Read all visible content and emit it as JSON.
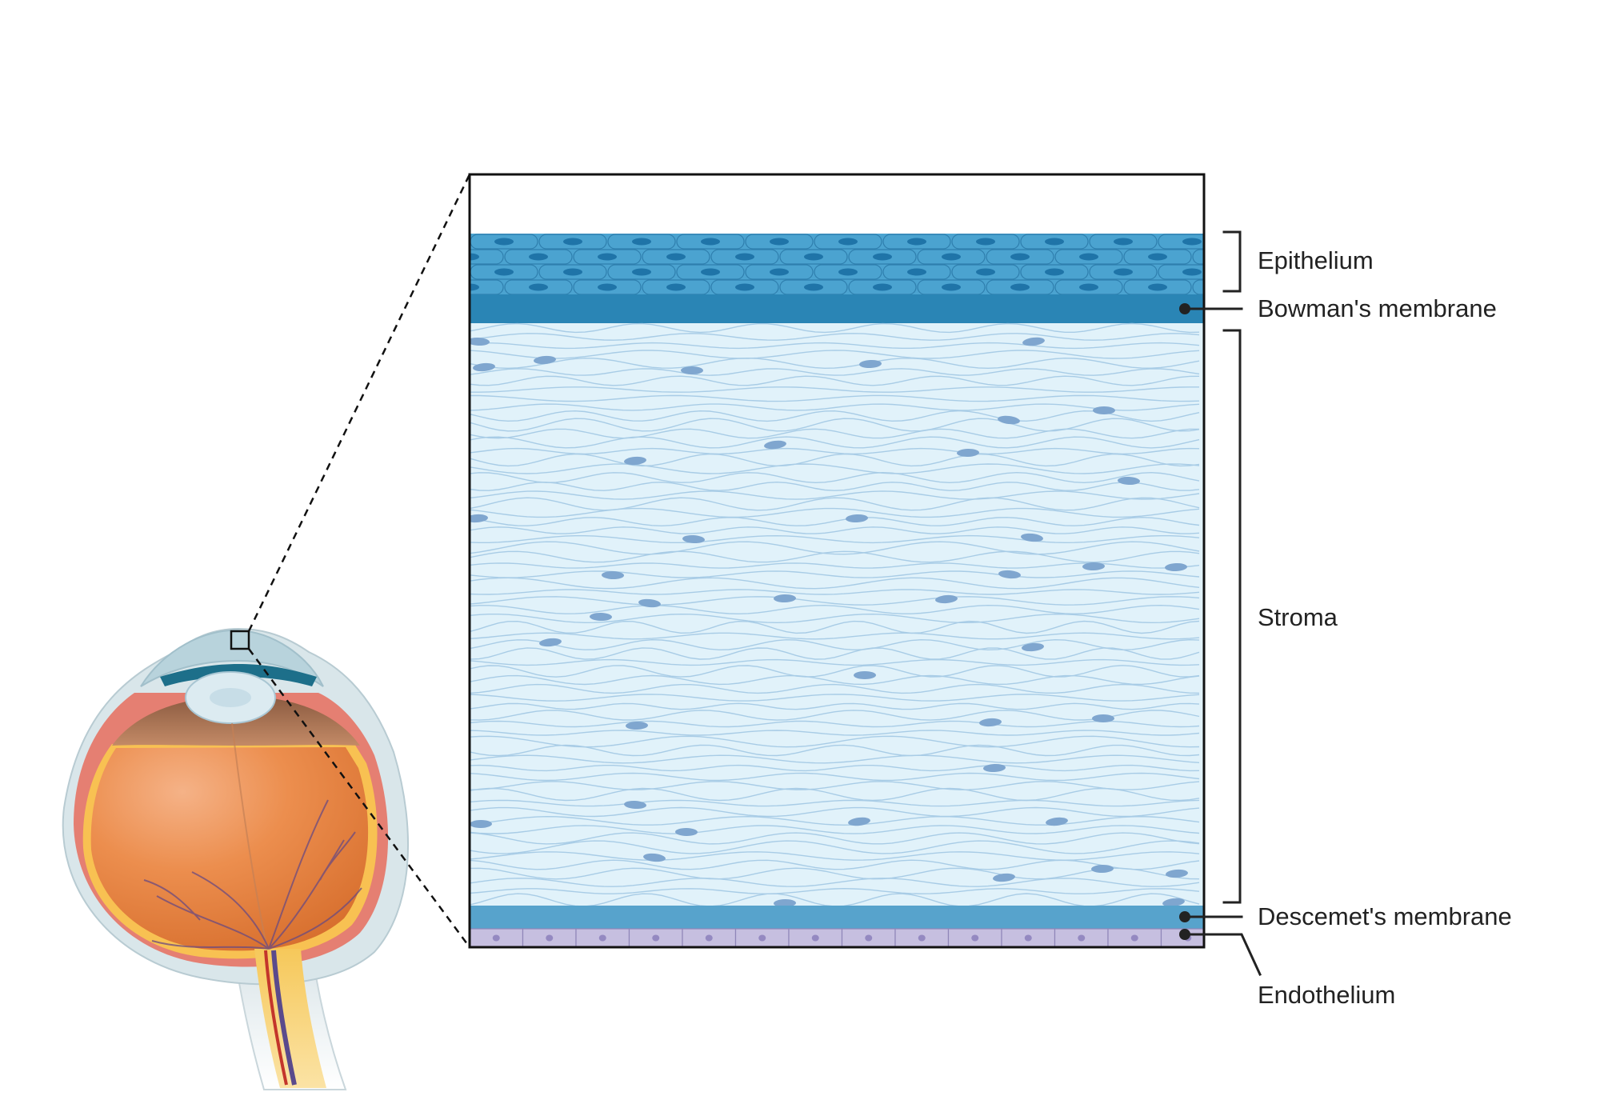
{
  "labels": {
    "epithelium": "Epithelium",
    "bowman": "Bowman's membrane",
    "stroma": "Stroma",
    "descemet": "Descemet's membrane",
    "endothelium": "Endothelium"
  },
  "colors": {
    "epithelium_cell": "#4ba3d0",
    "epithelium_nucleus": "#1f74a8",
    "bowman": "#2a85b5",
    "stroma": "#e1f2fa",
    "stroma_fiber": "#a8cce6",
    "keratocyte": "#7fa6cf",
    "descemet": "#57a3cc",
    "endothelium": "#c6bfe0",
    "endothelium_nucleus": "#9489c1",
    "leader": "#222222"
  },
  "icons": {
    "eye": "eye-cross-section-icon",
    "zoom": "zoom-box-icon"
  }
}
